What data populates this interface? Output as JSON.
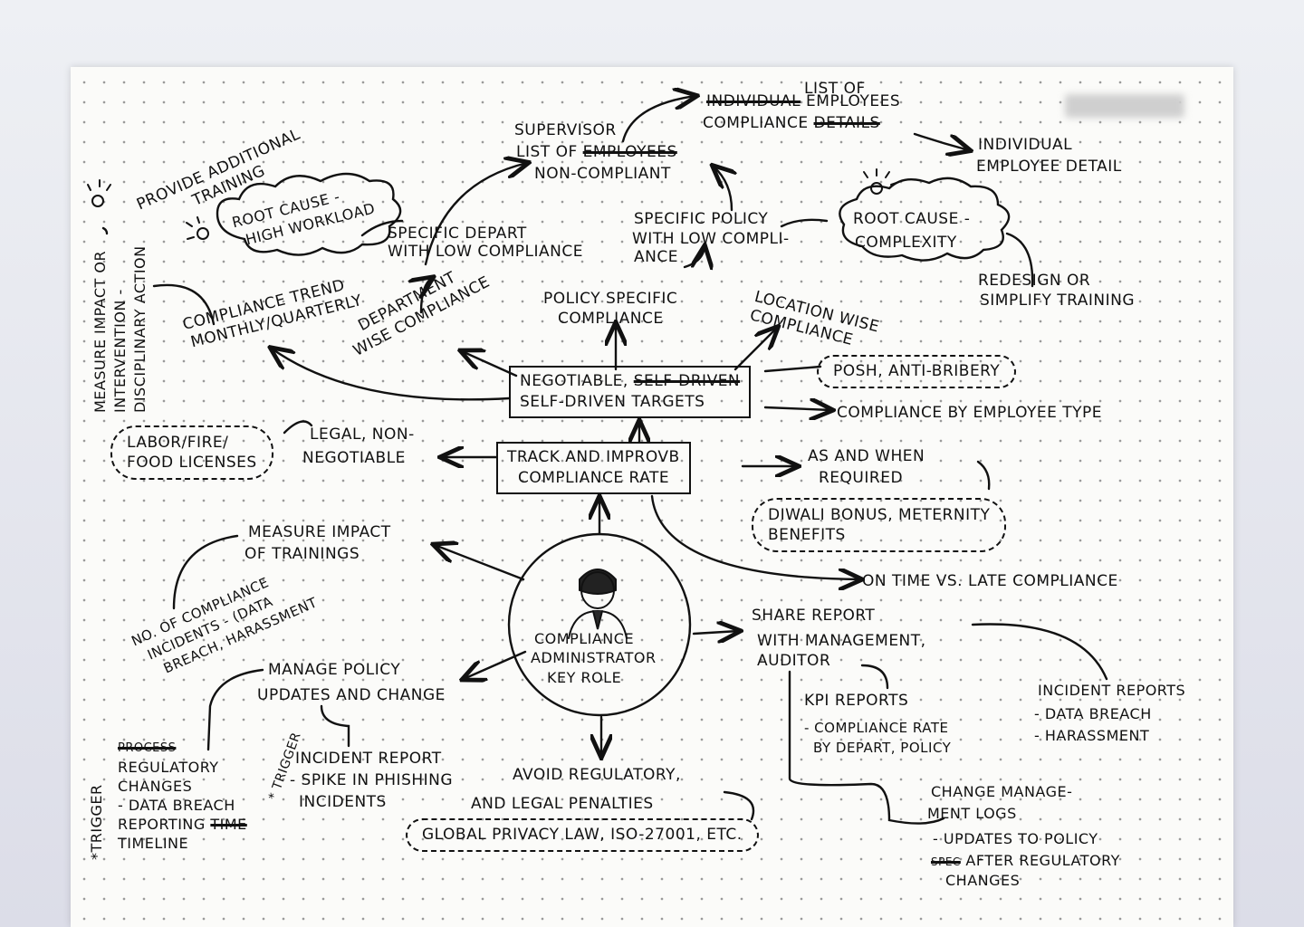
{
  "center": {
    "line1": "COMPLIANCE",
    "line2": "ADMINISTRATOR",
    "line3": "KEY ROLE"
  },
  "track": {
    "line1": "TRACK AND IMPROVB",
    "line2": "COMPLIANCE RATE"
  },
  "negotiable": {
    "line1": "NEGOTIABLE,",
    "line1_strike": "SELF-DRIVEN",
    "line2": "SELF-DRIVEN TARGETS"
  },
  "legal": {
    "line1": "LEGAL, NON-",
    "line2": "NEGOTIABLE"
  },
  "labor": {
    "line1": "LABOR/FIRE/",
    "line2": "FOOD LICENSES"
  },
  "as_when": {
    "line1": "AS AND WHEN",
    "line2": "REQUIRED"
  },
  "diwali": {
    "line1": "DIWALI BONUS, METERNITY",
    "line2": "BENEFITS"
  },
  "on_time": "ON TIME VS. LATE COMPLIANCE",
  "posh": "POSH, ANTI-BRIBERY",
  "by_employee": "COMPLIANCE BY EMPLOYEE TYPE",
  "dept_wise": {
    "line1": "DEPARTMENT",
    "line2": "WISE COMPLIANCE"
  },
  "policy_specific": {
    "line1": "POLICY SPECIFIC",
    "line2": "COMPLIANCE"
  },
  "location_wise": {
    "line1": "LOCATION WISE",
    "line2": "COMPLIANCE"
  },
  "trend": {
    "line1": "COMPLIANCE TREND",
    "line2": "MONTHLY/QUARTERLY"
  },
  "measure_left": {
    "line1": "MEASURE IMPACT OR",
    "line2": "INTERVENTION -",
    "line3": "DISCIPLINARY ACTION"
  },
  "provide": {
    "line1": "PROVIDE ADDITIONAL",
    "line2": "TRAINING"
  },
  "root1": {
    "line1": "ROOT CAUSE -",
    "line2": "HIGH WORKLOAD"
  },
  "specific_depart": {
    "line1": "SPECIFIC DEPART",
    "line2": "WITH LOW COMPLIANCE"
  },
  "specific_policy": {
    "line1": "SPECIFIC POLICY",
    "line2": "WITH LOW COMPLI-",
    "line3": "ANCE"
  },
  "supervisor": {
    "line1": "SUPERVISOR",
    "line2a": "LIST OF",
    "line2_strike": "EMPLOYEES",
    "line3": "NON-COMPLIANT"
  },
  "list_of": {
    "line0": "LIST OF",
    "strike1": "INDIVIDUAL",
    "line1": "EMPLOYEES",
    "line2a": "COMPLIANCE",
    "strike2": "DETAILS"
  },
  "individual": {
    "line1": "INDIVIDUAL",
    "line2": "EMPLOYEE DETAIL"
  },
  "root2": {
    "line1": "ROOT CAUSE -",
    "line2": "COMPLEXITY"
  },
  "redesign": {
    "line1": "REDESIGN OR",
    "line2": "SIMPLIFY TRAINING"
  },
  "measure_trainings": {
    "line1": "MEASURE IMPACT",
    "line2": "OF TRAININGS"
  },
  "incidents_no": {
    "line1": "NO. OF COMPLIANCE",
    "line2": "INCIDENTS - (DATA",
    "line3": "BREACH, HARASSMENT"
  },
  "manage": {
    "line1": "MANAGE POLICY",
    "line2": "UPDATES AND CHANGE"
  },
  "trigger_left": "*TRIGGER",
  "regulatory": {
    "strike": "PROCESS",
    "line1": "REGULATORY",
    "line2": "CHANGES",
    "line3": "- DATA BREACH",
    "line4a": "REPORTING",
    "strike2": "TIME",
    "line5": "TIMELINE"
  },
  "trigger_mid": "* TRIGGER",
  "incident_report": {
    "line1": "INCIDENT REPORT",
    "line2": "- SPIKE IN PHISHING",
    "line3": "INCIDENTS"
  },
  "avoid": {
    "line1": "AVOID REGULATORY,",
    "line2": "AND LEGAL PENALTIES"
  },
  "global": "GLOBAL PRIVACY LAW, ISO-27001, ETC.",
  "share": {
    "line1": "SHARE REPORT",
    "line2": "WITH MANAGEMENT,",
    "line3": "AUDITOR"
  },
  "kpi": {
    "line1": "KPI REPORTS",
    "line2": "- COMPLIANCE RATE",
    "line3": "BY DEPART, POLICY"
  },
  "incident_reports": {
    "line1": "INCIDENT REPORTS",
    "line2": "- DATA BREACH",
    "line3": "- HARASSMENT"
  },
  "change_mgmt": {
    "line1": "CHANGE MANAGE-",
    "line2": "MENT LOGS",
    "line3": "- UPDATES TO POLICY",
    "strike": "SPEC",
    "line4": "AFTER REGULATORY",
    "line5": "CHANGES"
  },
  "colors": {
    "ink": "#111111",
    "paper": "#fbfbf9",
    "tie": "#2a2a2a"
  }
}
